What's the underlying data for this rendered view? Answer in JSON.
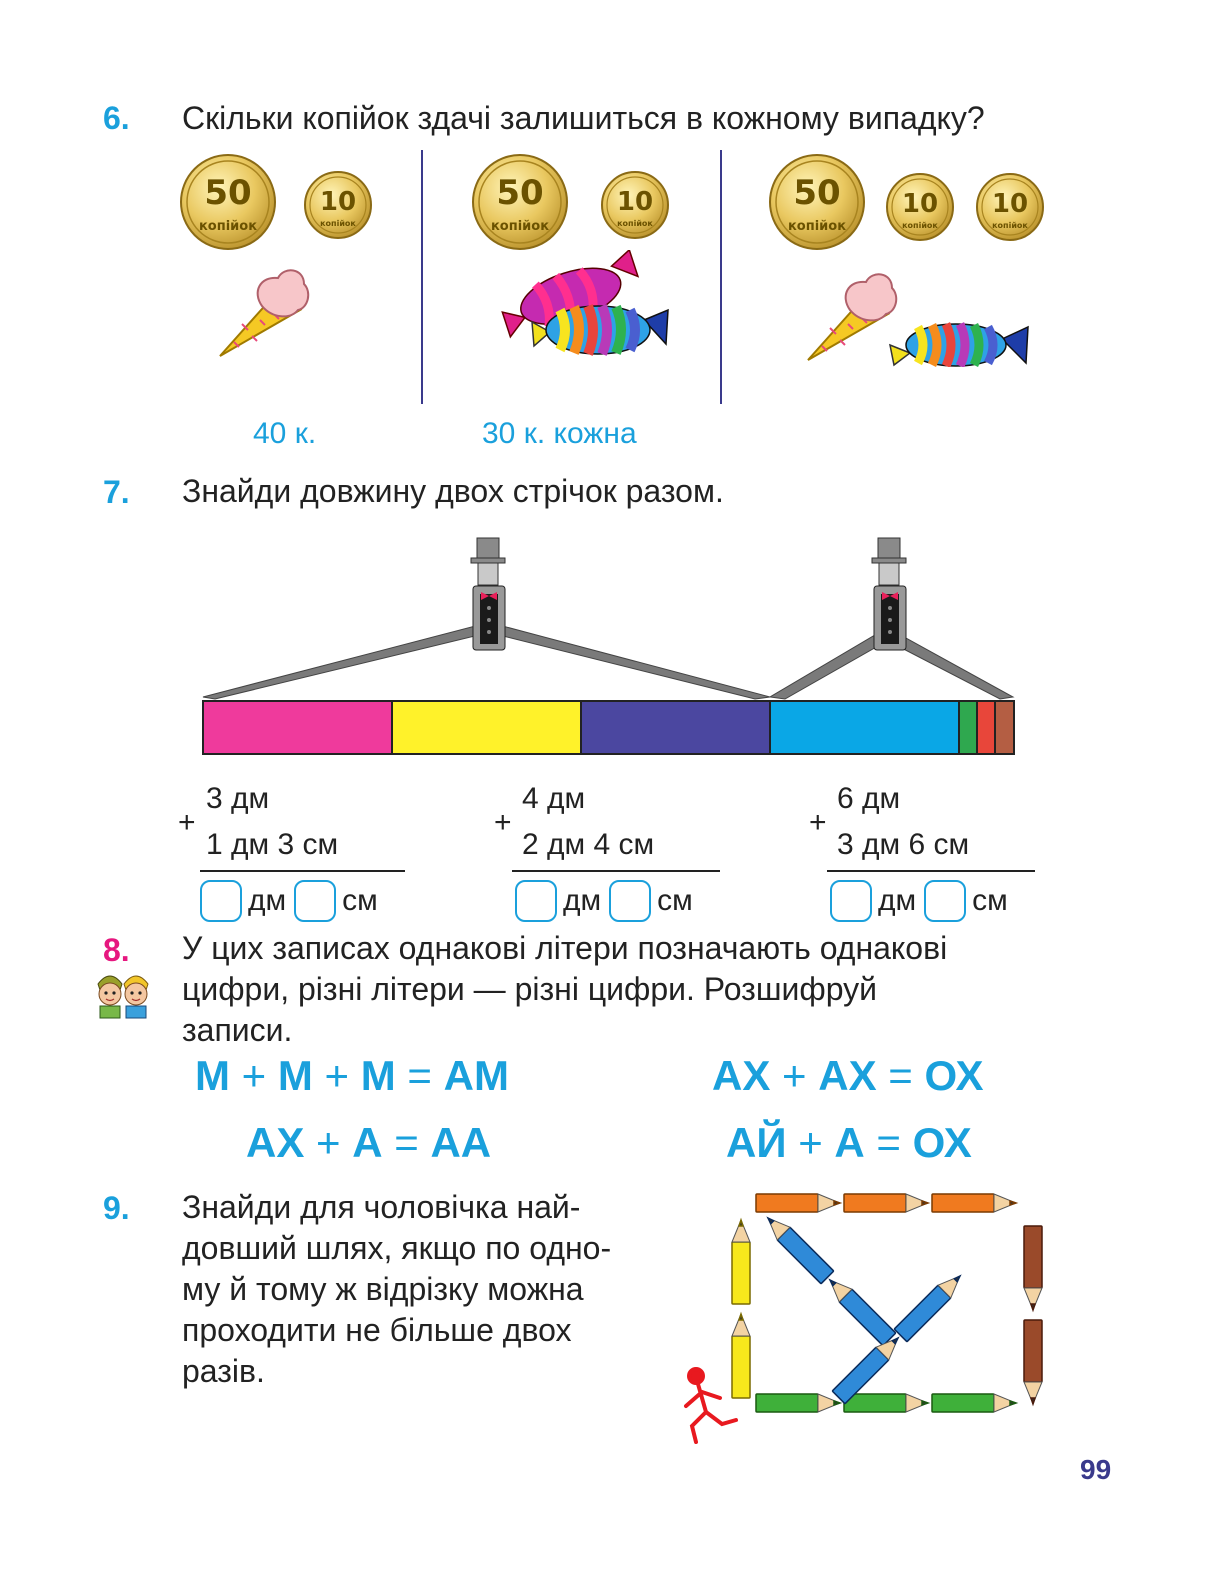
{
  "task6": {
    "number": "6.",
    "question": "Скільки копійок здачі залишиться в кожному випадку?",
    "coin50": {
      "value": "50",
      "word": "копійок"
    },
    "coin10": {
      "value": "10",
      "word": "копійок"
    },
    "price1": "40 к.",
    "price2": "30 к. кожна"
  },
  "task7": {
    "number": "7.",
    "question": "Знайди довжину двох стрічок разом.",
    "ribbon_colors": [
      "#ef3a9c",
      "#fff22a",
      "#4b47a0",
      "#0aa7e6",
      "#2fa84f",
      "#e8463a",
      "#b45e43"
    ],
    "sums": [
      {
        "plus": "+",
        "a": "3 дм",
        "b": "1 дм 3 см",
        "u1": "дм",
        "u2": "см"
      },
      {
        "plus": "+",
        "a": "4 дм",
        "b": "2 дм 4 см",
        "u1": "дм",
        "u2": "см"
      },
      {
        "plus": "+",
        "a": "6 дм",
        "b": "3 дм 6 см",
        "u1": "дм",
        "u2": "см"
      }
    ]
  },
  "task8": {
    "number": "8.",
    "line1": "У цих записах однакові літери позначають однакові",
    "line2": "цифри, різні літери — різні цифри. Розшифруй",
    "line3": "записи.",
    "eq1": {
      "a": "М",
      "p1": "+",
      "b": "М",
      "p2": "+",
      "c": "М",
      "e": "=",
      "r": "АМ"
    },
    "eq2": {
      "a": "АХ",
      "p1": "+",
      "b": "АХ",
      "e": "=",
      "r": "ОХ"
    },
    "eq3": {
      "a": "АХ",
      "p1": "+",
      "b": "А",
      "e": "=",
      "r": "АА"
    },
    "eq4": {
      "a": "АЙ",
      "p1": "+",
      "b": "А",
      "e": "=",
      "r": "ОХ"
    }
  },
  "task9": {
    "number": "9.",
    "line1": "Знайди для чоловічка най-",
    "line2": "довший шлях, якщо по одно-",
    "line3": "му й тому ж відрізку можна",
    "line4": "проходити не більше двох",
    "line5": "разів."
  },
  "page_number": "99"
}
